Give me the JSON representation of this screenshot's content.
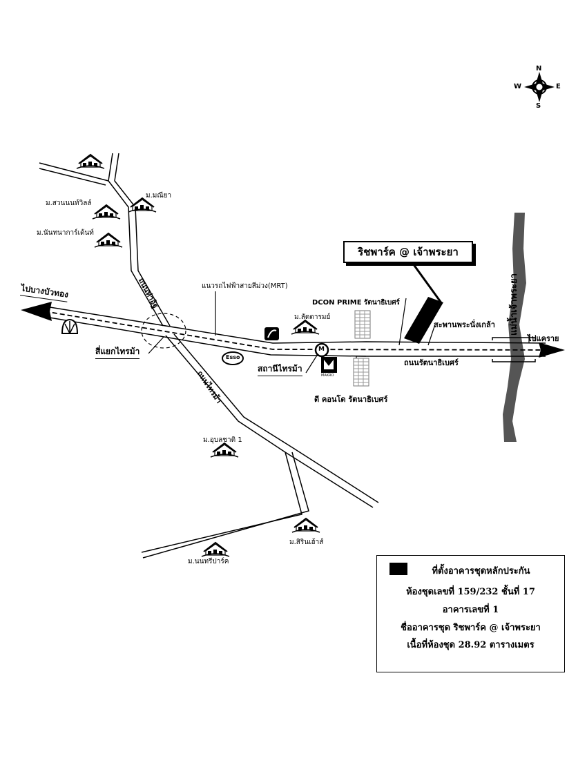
{
  "compass": {
    "n": "N",
    "s": "S",
    "e": "E",
    "w": "W"
  },
  "project": {
    "name": "ริชพาร์ค @ เจ้าพระยา",
    "marker_color": "#000000"
  },
  "roads": {
    "ratanathibet": "ถนนรัตนาธิเบศร์",
    "tha_it": "ถนนท่าอิฐ",
    "sai_ma": "ถนนไทรม้า",
    "mrt_line": "แนวรถไฟฟ้าสายสีม่วง(MRT)",
    "to_bang_bua_thong": "ไปบางบัวทอง",
    "to_khae_rai": "ไปแคราย",
    "intersection": "สี่แยกไทรม้า",
    "station": "สถานีไทรม้า",
    "bridge": "สะพานพระนั่งเกล้า",
    "river": "แม่น้ำเจ้าพระยา"
  },
  "places": {
    "suan_nonthaville": "ม.สวนนนท์วิลล์",
    "nanthanagarden": "ม.นันทนาการ์เด้นท์",
    "maneeya": "ม.มณียา",
    "latdaram": "ม.ลัดดารมย์",
    "dcon_prime": "DCON PRIME รัตนาธิเบศร์",
    "d_condo": "ดี คอนโด รัตนาธิเบศร์",
    "ubonchat": "ม.อุบลชาติ 1",
    "sirinhouse": "ม.สิรินเฮ้าส์",
    "nonthripark": "ม.นนทรีปาร์ค"
  },
  "brands": {
    "esso": "Esso",
    "metro": "M",
    "makro": "MAKRO"
  },
  "legend": {
    "line1": "ที่ตั้งอาคารชุดหลักประกัน",
    "line2": "ห้องชุดเลขที่ 159/232   ชั้นที่ 17",
    "line3": "อาคารเลขที่ 1",
    "line4": "ชื่ออาคารชุด ริชพาร์ค @ เจ้าพระยา",
    "line5": "เนื้อที่ห้องชุด 28.92 ตารางเมตร"
  }
}
